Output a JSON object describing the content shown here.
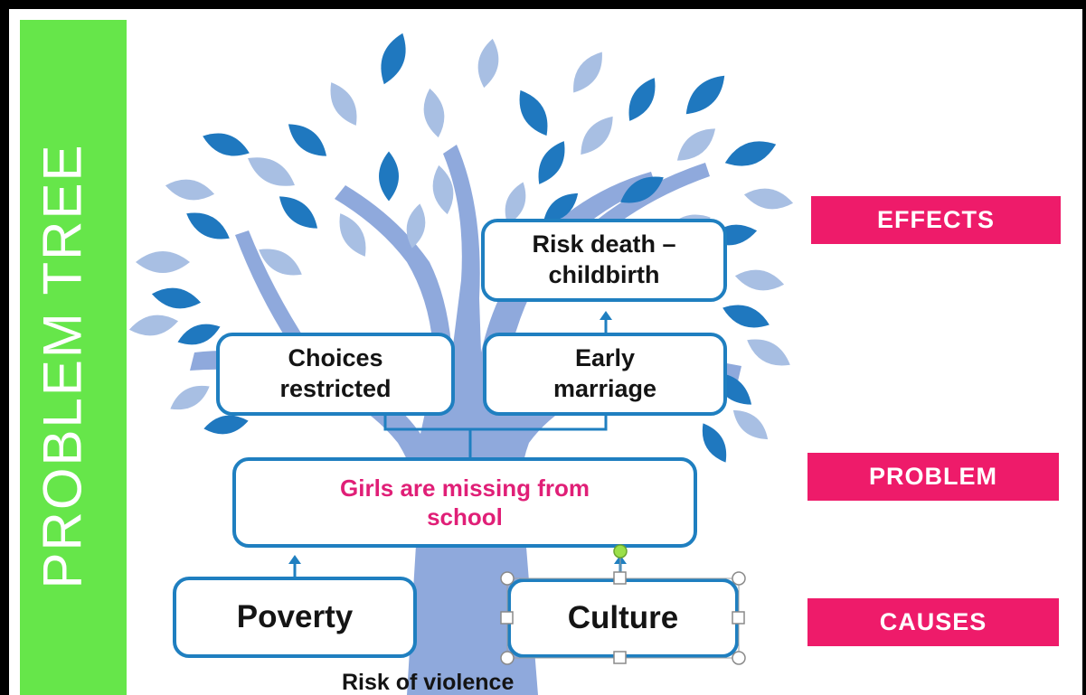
{
  "side_title": "PROBLEM TREE",
  "labels": {
    "effects": "EFFECTS",
    "problem": "PROBLEM",
    "causes": "CAUSES"
  },
  "boxes": {
    "risk_death": "Risk death –\nchildbirth",
    "choices": "Choices\nrestricted",
    "early_marriage": "Early\nmarriage",
    "problem": "Girls  are missing  from\nschool",
    "poverty": "Poverty",
    "culture": "Culture"
  },
  "risk_violence": "Risk of violence",
  "colors": {
    "banner_green": "#66e64a",
    "label_pink": "#ee1b6a",
    "box_border_blue": "#1f7fc0",
    "problem_text_pink": "#e01f77",
    "leaf_dark": "#1f78bf",
    "leaf_light": "#a8bfe3",
    "trunk": "#8fa9dc"
  }
}
